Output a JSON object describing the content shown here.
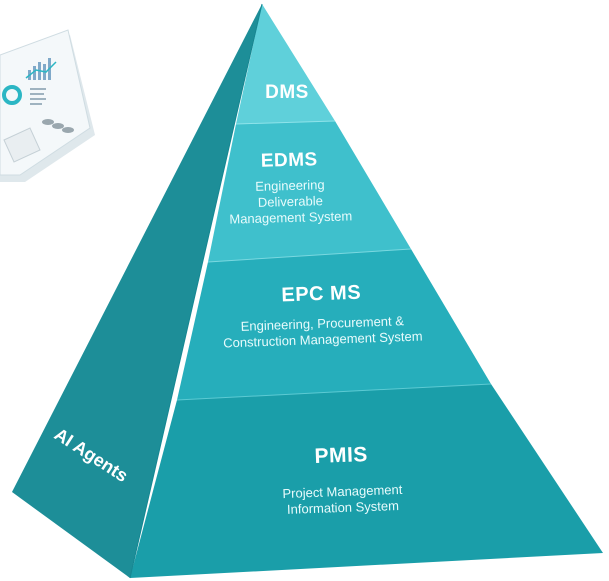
{
  "tiers": [
    {
      "title": "DMS",
      "subtitle": "",
      "color": "#5fd0da"
    },
    {
      "title": "EDMS",
      "subtitle": "Engineering Deliverable Management System",
      "color": "#3fc0cc"
    },
    {
      "title": "EPC MS",
      "subtitle": "Engineering, Procurement & Construction Management System",
      "color": "#26aebb"
    },
    {
      "title": "PMIS",
      "subtitle": "Project Management Information System",
      "color": "#1a9ea9"
    }
  ],
  "side_face": {
    "label": "AI Agents",
    "color": "#1d8e98"
  },
  "dashboard_thumbnail": {
    "legend_items": [
      "",
      "",
      "",
      "",
      ""
    ]
  }
}
